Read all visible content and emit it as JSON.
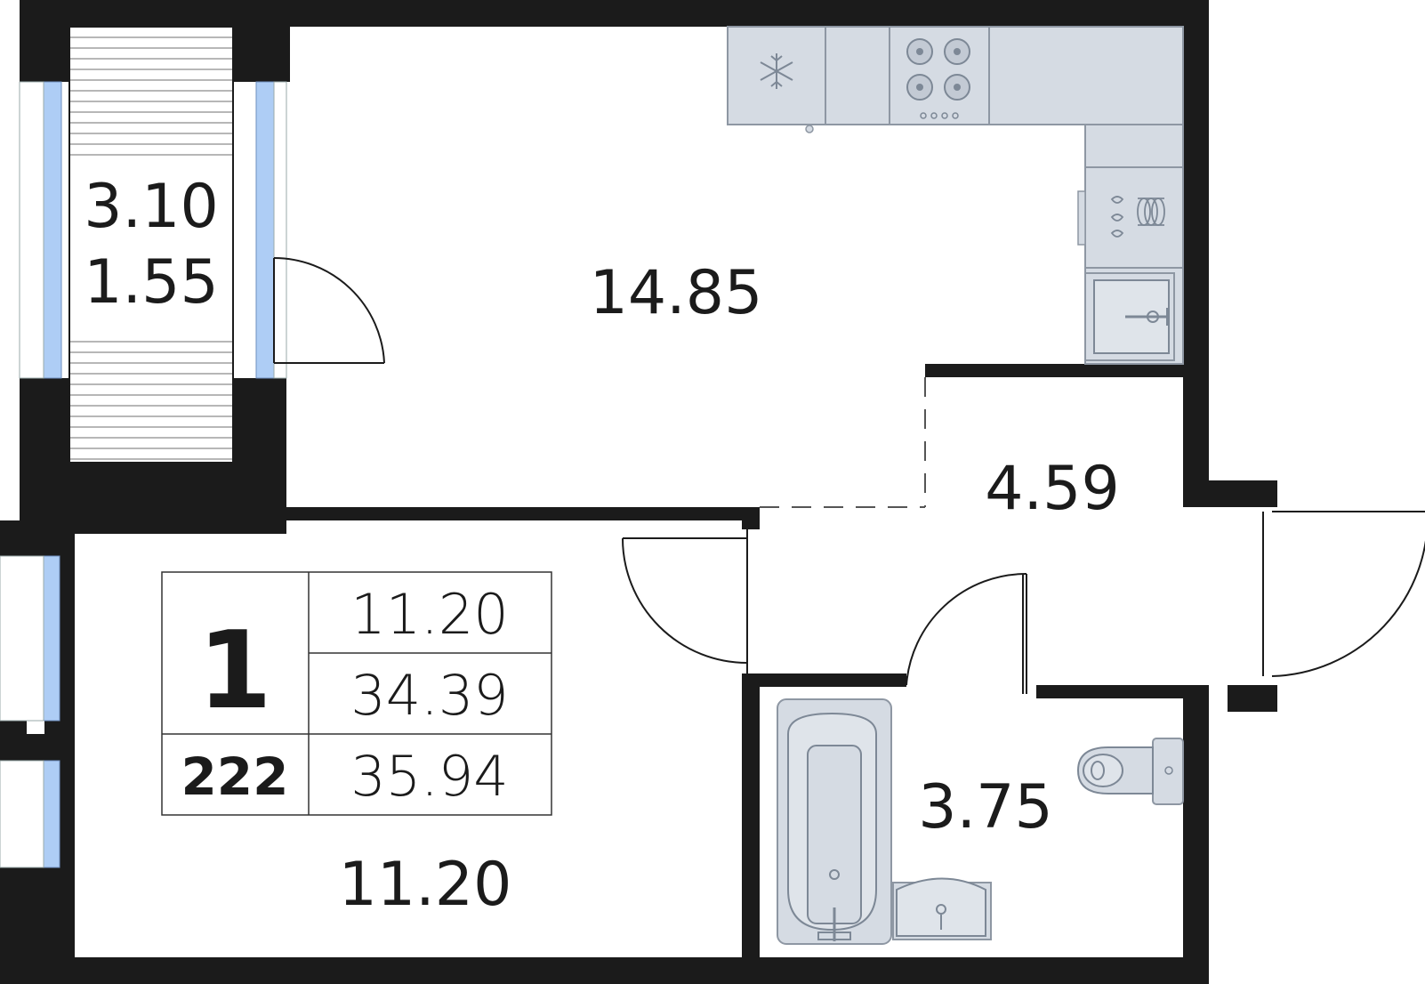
{
  "rooms": {
    "living_kitchen": "14.85",
    "hall": "4.59",
    "bedroom": "11.20",
    "bathroom": "3.75",
    "balcony_area": "3.10",
    "balcony_reduced": "1.55"
  },
  "info_table": {
    "room_count": "1",
    "apartment_number": "222",
    "living_area": "11.20",
    "total_area": "34.39",
    "total_area_with_balcony": "35.94"
  },
  "colors": {
    "wall": "#1b1b1b",
    "window_glass": "#aecdf5",
    "fixture_fill": "#d5dbe3",
    "fixture_stroke": "#8e97a3"
  },
  "icons": [
    "snowflake-icon",
    "stove-burners-icon",
    "dishwasher-icon",
    "sink-icon",
    "bathtub-icon",
    "washbasin-icon",
    "toilet-icon"
  ]
}
